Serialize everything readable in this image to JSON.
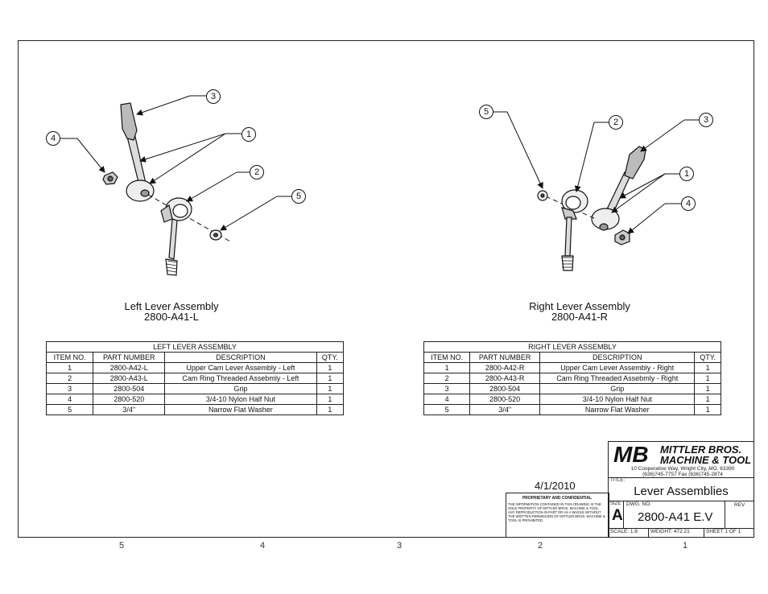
{
  "left": {
    "title": "Left Lever Assembly",
    "number": "2800-A41-L",
    "table": {
      "caption": "LEFT LEVER ASSEMBLY",
      "headers": [
        "ITEM NO.",
        "PART NUMBER",
        "DESCRIPTION",
        "QTY."
      ],
      "rows": [
        [
          "1",
          "2800-A42-L",
          "Upper Cam Lever Assembly - Left",
          "1"
        ],
        [
          "2",
          "2800-A43-L",
          "Cam Ring Threaded Assebmly - Left",
          "1"
        ],
        [
          "3",
          "2800-504",
          "Grip",
          "1"
        ],
        [
          "4",
          "2800-520",
          "3/4-10 Nylon Half Nut",
          "1"
        ],
        [
          "5",
          "3/4\"",
          "Narrow Flat Washer",
          "1"
        ]
      ]
    },
    "balloons": [
      "1",
      "2",
      "3",
      "4",
      "5"
    ]
  },
  "right": {
    "title": "Right Lever Assembly",
    "number": "2800-A41-R",
    "table": {
      "caption": "RIGHT LEVER ASSEMBLY",
      "headers": [
        "ITEM NO.",
        "PART NUMBER",
        "DESCRIPTION",
        "QTY."
      ],
      "rows": [
        [
          "1",
          "2800-A42-R",
          "Upper Cam Lever Assembly - Right",
          "1"
        ],
        [
          "2",
          "2800-A43-R",
          "Cam Ring Threaded Assebmly - Right",
          "1"
        ],
        [
          "3",
          "2800-504",
          "Grip",
          "1"
        ],
        [
          "4",
          "2800-520",
          "3/4-10 Nylon Half Nut",
          "1"
        ],
        [
          "5",
          "3/4\"",
          "Narrow Flat Washer",
          "1"
        ]
      ]
    },
    "balloons": [
      "1",
      "2",
      "3",
      "4",
      "5"
    ]
  },
  "titleblock": {
    "logo": "MB",
    "company1": "MITTLER BROS.",
    "company2": "MACHINE & TOOL",
    "address": "10 Cooperative Way, Wright City, MO. 63390",
    "phone": "(636)745-7757  Fax (636)745-2874",
    "title_label": "TITLE:",
    "title": "Lever Assemblies",
    "size_label": "SIZE",
    "size": "A",
    "dwg_label": "DWG.  NO.",
    "dwg_no": "2800-A41 E.V",
    "rev_label": "REV",
    "scale": "SCALE: 1:8",
    "weight": "WEIGHT: 472.21",
    "sheet": "SHEET 1 OF 1"
  },
  "date": "4/1/2010",
  "proprietary": {
    "heading": "PROPRIETARY AND CONFIDENTIAL",
    "text": "THE INFORMATION CONTAINED IN THIS DRAWING IS THE SOLE PROPERTY OF MITTLER BROS. MACHINE & TOOL. ANY REPRODUCTION IN PART OR AS A WHOLE WITHOUT THE WRITTEN PERMISSION OF MITTLER BROS. MACHINE & TOOL IS PROHIBITED."
  },
  "zones": [
    "5",
    "4",
    "3",
    "2",
    "1"
  ]
}
